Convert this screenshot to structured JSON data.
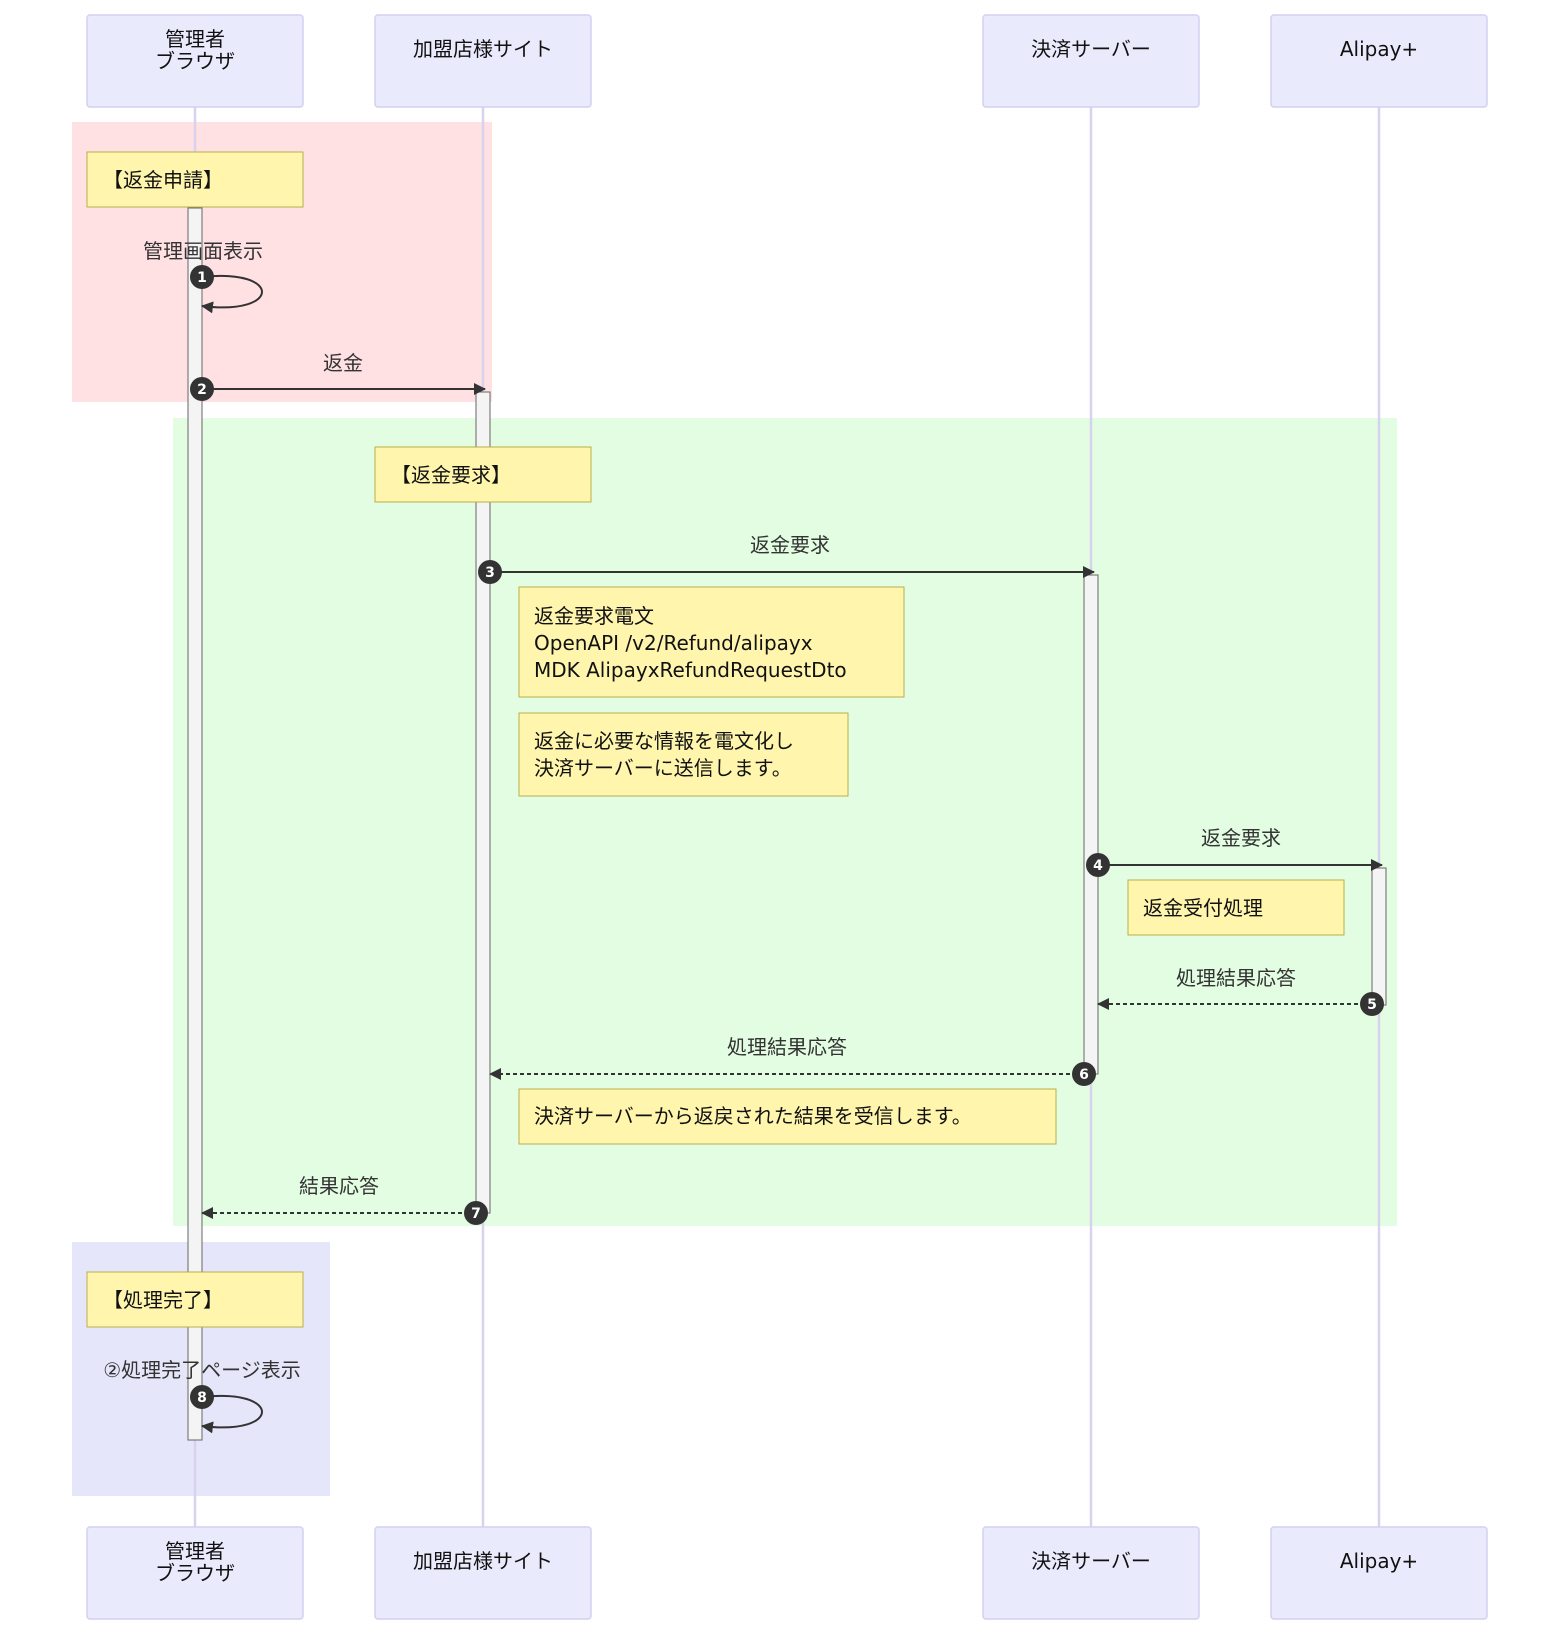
{
  "participants": [
    {
      "id": "admin",
      "label_lines": [
        "管理者",
        "ブラウザ"
      ]
    },
    {
      "id": "merchant",
      "label_lines": [
        "加盟店様サイト"
      ]
    },
    {
      "id": "server",
      "label_lines": [
        "決済サーバー"
      ]
    },
    {
      "id": "alipay",
      "label_lines": [
        "Alipay+"
      ]
    }
  ],
  "sections": [
    {
      "id": "refund-application",
      "color": "#ffe1e4",
      "title": "【返金申請】"
    },
    {
      "id": "refund-request",
      "color": "#e2fde2",
      "title": "【返金要求】"
    },
    {
      "id": "processing-complete",
      "color": "#e6e6fb",
      "title": "【処理完了】"
    }
  ],
  "messages": [
    {
      "num": "1",
      "from": "admin",
      "to": "admin",
      "label": "管理画面表示",
      "style": "solid"
    },
    {
      "num": "2",
      "from": "admin",
      "to": "merchant",
      "label": "返金",
      "style": "solid"
    },
    {
      "num": "3",
      "from": "merchant",
      "to": "server",
      "label": "返金要求",
      "style": "solid"
    },
    {
      "num": "4",
      "from": "server",
      "to": "alipay",
      "label": "返金要求",
      "style": "solid"
    },
    {
      "num": "5",
      "from": "alipay",
      "to": "server",
      "label": "処理結果応答",
      "style": "dashed"
    },
    {
      "num": "6",
      "from": "server",
      "to": "merchant",
      "label": "処理結果応答",
      "style": "dashed"
    },
    {
      "num": "7",
      "from": "merchant",
      "to": "admin",
      "label": "結果応答",
      "style": "dashed"
    },
    {
      "num": "8",
      "from": "admin",
      "to": "admin",
      "label": "②処理完了ページ表示",
      "style": "solid"
    }
  ],
  "notes": [
    {
      "id": "refund-message-note",
      "lines": [
        "返金要求電文",
        "OpenAPI /v2/Refund/alipayx",
        "MDK AlipayxRefundRequestDto"
      ]
    },
    {
      "id": "send-info-note",
      "lines": [
        "返金に必要な情報を電文化し",
        "決済サーバーに送信します。"
      ]
    },
    {
      "id": "refund-accept-note",
      "lines": [
        "返金受付処理"
      ]
    },
    {
      "id": "receive-result-note",
      "lines": [
        "決済サーバーから返戻された結果を受信します。"
      ]
    }
  ],
  "colors": {
    "actor_fill": "#eaeafd",
    "actor_stroke": "#d4d0f0",
    "lifeline": "#d8d2ef",
    "note_fill": "#fff5ad",
    "note_stroke": "#b8b04a",
    "activation_fill": "#f4f4f4",
    "activation_stroke": "#666666",
    "arrow": "#333333"
  }
}
